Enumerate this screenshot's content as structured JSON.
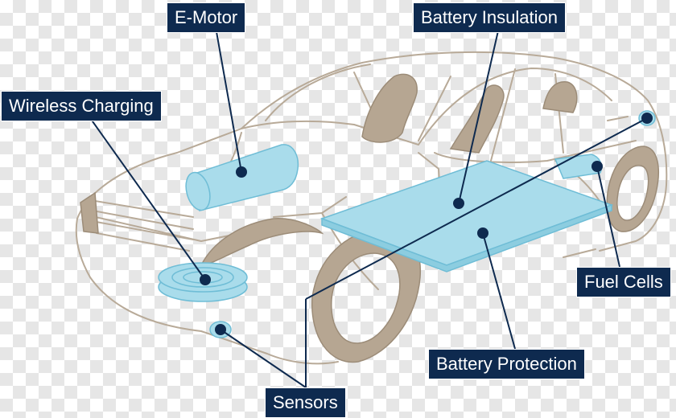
{
  "labels": {
    "e_motor": "E-Motor",
    "battery_insulation": "Battery Insulation",
    "wireless_charging": "Wireless Charging",
    "fuel_cells": "Fuel Cells",
    "battery_protection": "Battery Protection",
    "sensors": "Sensors"
  },
  "colors": {
    "label_background": "#0e2a4f",
    "label_text": "#ffffff",
    "component_fill": "#a9dceb",
    "component_stroke": "#6fbdd6",
    "car_outline": "#b8aa98",
    "car_tan": "#b6a692",
    "leader_line": "#0e2a4f"
  }
}
